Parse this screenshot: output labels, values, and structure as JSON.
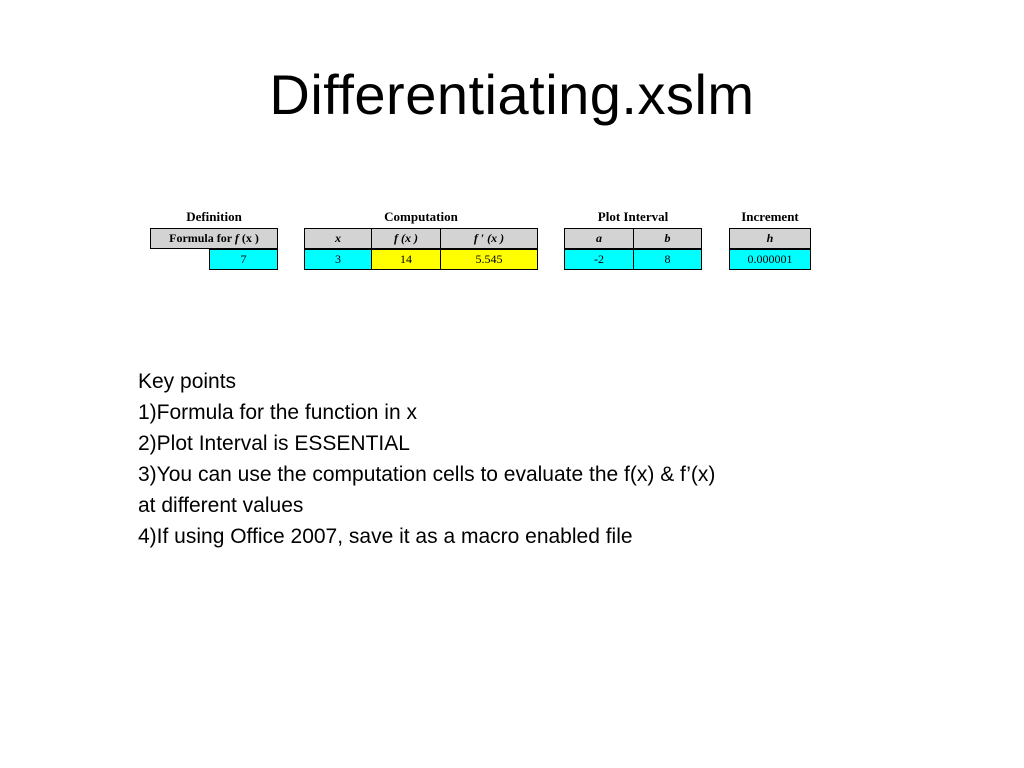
{
  "title": "Differentiating.xslm",
  "groups": {
    "definition": "Definition",
    "computation": "Computation",
    "plot_interval": "Plot Interval",
    "increment": "Increment"
  },
  "headers": {
    "formula_prefix": "Formula for ",
    "formula_fn": "f",
    "formula_arg": " (x )",
    "x": "x",
    "fx": "f (x )",
    "fpx": "f ′ (x )",
    "a": "a",
    "b": "b",
    "h": "h"
  },
  "values": {
    "formula": "7",
    "x": "3",
    "fx": "14",
    "fpx": "5.545",
    "a": "-2",
    "b": "8",
    "h": "0.000001"
  },
  "colors": {
    "input_cell": "#00ffff",
    "output_cell": "#ffff00",
    "header_cell": "#d3d3d3"
  },
  "notes": {
    "heading": "Key points",
    "items": [
      "1)Formula for the function in x",
      "2)Plot Interval is ESSENTIAL",
      "3)You can use the computation cells to evaluate the f(x) & f’(x)",
      "at different values",
      "4)If using Office 2007, save it as a macro enabled file"
    ]
  }
}
